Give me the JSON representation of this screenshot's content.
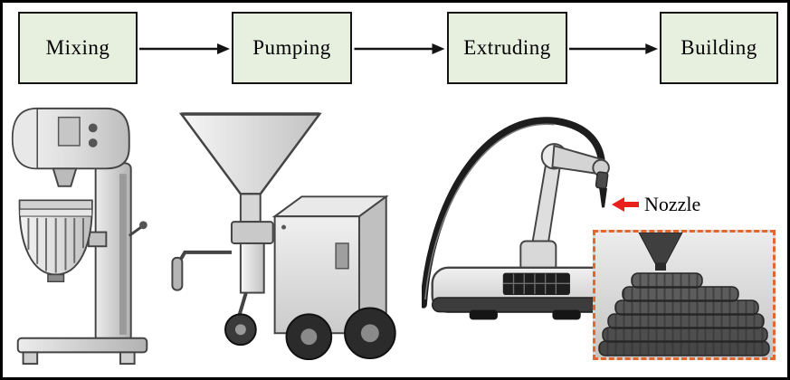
{
  "flow": {
    "steps": [
      {
        "label": "Mixing"
      },
      {
        "label": "Pumping"
      },
      {
        "label": "Extruding"
      },
      {
        "label": "Building"
      }
    ],
    "arrow_icon": "right-arrow"
  },
  "annotations": {
    "nozzle": {
      "label": "Nozzle",
      "arrow_icon": "left-arrow"
    }
  },
  "illustrations": [
    {
      "name": "planetary-mixer",
      "step": "Mixing"
    },
    {
      "name": "concrete-pump",
      "step": "Pumping"
    },
    {
      "name": "robotic-arm-printer",
      "step": "Extruding"
    },
    {
      "name": "printed-concrete-layers-inset",
      "step": "Building"
    }
  ],
  "colors": {
    "step_box_fill": "#e7efdf",
    "step_box_border": "#141414",
    "flow_arrow": "#141414",
    "nozzle_arrow": "#e8211d",
    "inset_border": "#e2672f",
    "background": "#ffffff",
    "frame_border": "#000000"
  }
}
